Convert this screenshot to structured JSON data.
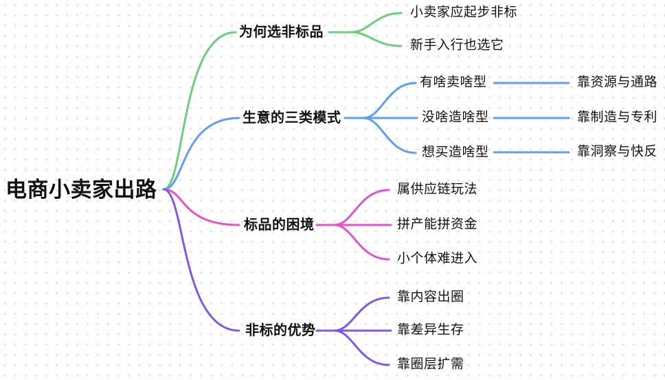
{
  "title": "电商小卖家出路",
  "colors": {
    "green": "#6BCE7B",
    "blue": "#5B9FF2",
    "pink": "#E650C8",
    "purple": "#7F57EC",
    "text": "#111111",
    "grid_plus": "#e0e0e0",
    "background": "#ffffff"
  },
  "branches": [
    {
      "label": "为何选非标品",
      "color": "green",
      "children": [
        {
          "label": "小卖家应起步非标"
        },
        {
          "label": "新手入行也选它"
        }
      ]
    },
    {
      "label": "生意的三类模式",
      "color": "blue",
      "children": [
        {
          "label": "有啥卖啥型",
          "child": "靠资源与通路"
        },
        {
          "label": "没啥造啥型",
          "child": "靠制造与专利"
        },
        {
          "label": "想买造啥型",
          "child": "靠洞察与快反"
        }
      ]
    },
    {
      "label": "标品的困境",
      "color": "pink",
      "children": [
        {
          "label": "属供应链玩法"
        },
        {
          "label": "拼产能拼资金"
        },
        {
          "label": "小个体难进入"
        }
      ]
    },
    {
      "label": "非标的优势",
      "color": "purple",
      "children": [
        {
          "label": "靠内容出圈"
        },
        {
          "label": "靠差异生存"
        },
        {
          "label": "靠圈层扩需"
        }
      ]
    }
  ]
}
